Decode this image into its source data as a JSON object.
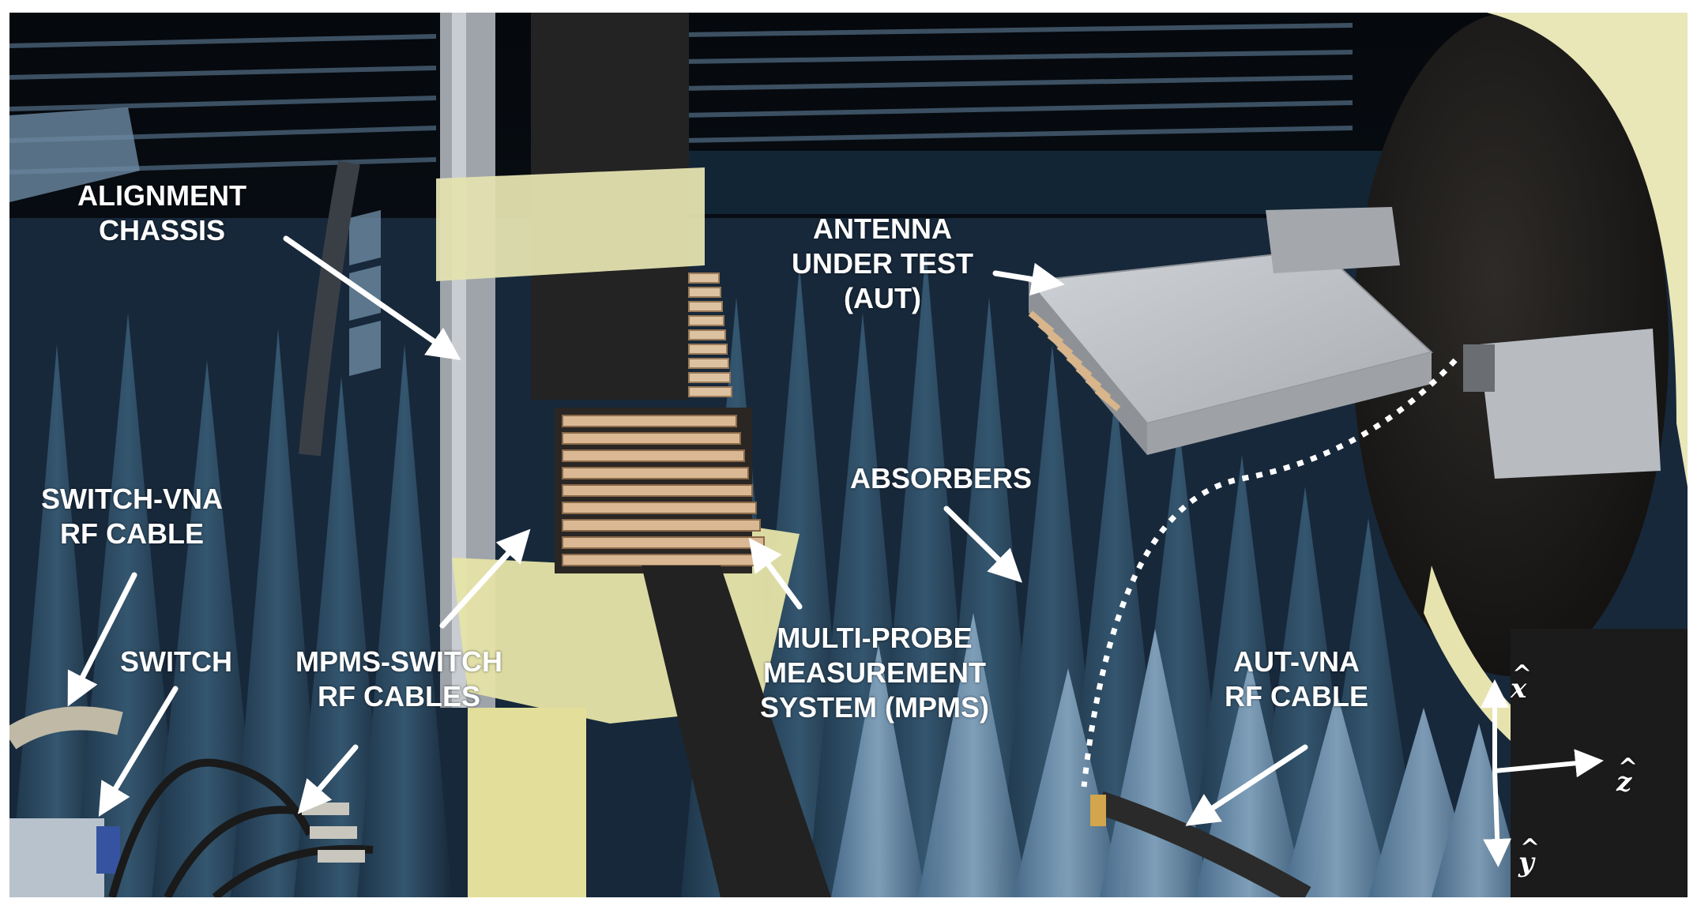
{
  "figure": {
    "description": "Annotated photograph of a multi-probe antenna measurement setup inside an anechoic chamber",
    "colors": {
      "absorber_blue": "#2c4a62",
      "absorber_light": "#6f94b0",
      "back_wall": "#0a0f16",
      "tape_yellow": "#e8e6b0",
      "foam_black": "#1e1e1e",
      "aluminum": "#b9bcc0",
      "probe_gold": "#d8b58a",
      "label_white": "#ffffff"
    }
  },
  "labels": {
    "alignment_chassis": [
      "ALIGNMENT",
      "CHASSIS"
    ],
    "antenna_under_test": [
      "ANTENNA",
      "UNDER TEST",
      "(AUT)"
    ],
    "absorbers": [
      "ABSORBERS"
    ],
    "switch_vna_cable": [
      "SWITCH-VNA",
      "RF CABLE"
    ],
    "switch": [
      "SWITCH"
    ],
    "mpms_switch_cables": [
      "MPMS-SWITCH",
      "RF CABLES"
    ],
    "mpms": [
      "MULTI-PROBE",
      "MEASUREMENT",
      "SYSTEM (MPMS)"
    ],
    "aut_vna_cable": [
      "AUT-VNA",
      "RF CABLE"
    ]
  },
  "axes": {
    "x": "x",
    "y": "y",
    "z": "z",
    "hat": "^"
  }
}
